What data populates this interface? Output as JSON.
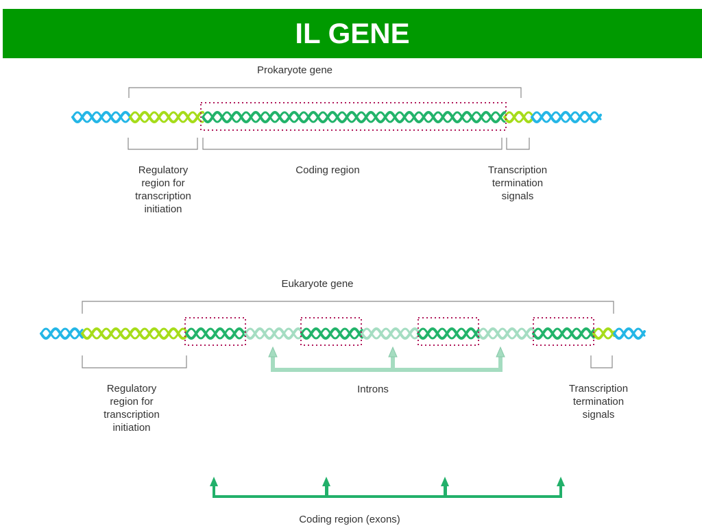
{
  "title": "IL GENE",
  "colors": {
    "header": "#009a00",
    "regulatory_dna": "#24b6e6",
    "promoter_dna": "#a6dc1a",
    "coding_dna": "#22b36a",
    "intron_dna": "#a5ddc2",
    "exon_box": "#b0185a",
    "intron_arrow": "#a5dcc0",
    "exon_arrow": "#22b06a",
    "bracket": "#8a8a8a"
  },
  "prokaryote": {
    "title": "Prokaryote gene",
    "regulatory": "Regulatory\nregion for\ntranscription\ninitiation",
    "coding": "Coding region",
    "termination": "Transcription\ntermination\nsignals"
  },
  "eukaryote": {
    "title": "Eukaryote gene",
    "regulatory": "Regulatory\nregion for\ntranscription\ninitiation",
    "introns": "Introns",
    "termination": "Transcription\ntermination\nsignals",
    "exons": "Coding region (exons)"
  }
}
